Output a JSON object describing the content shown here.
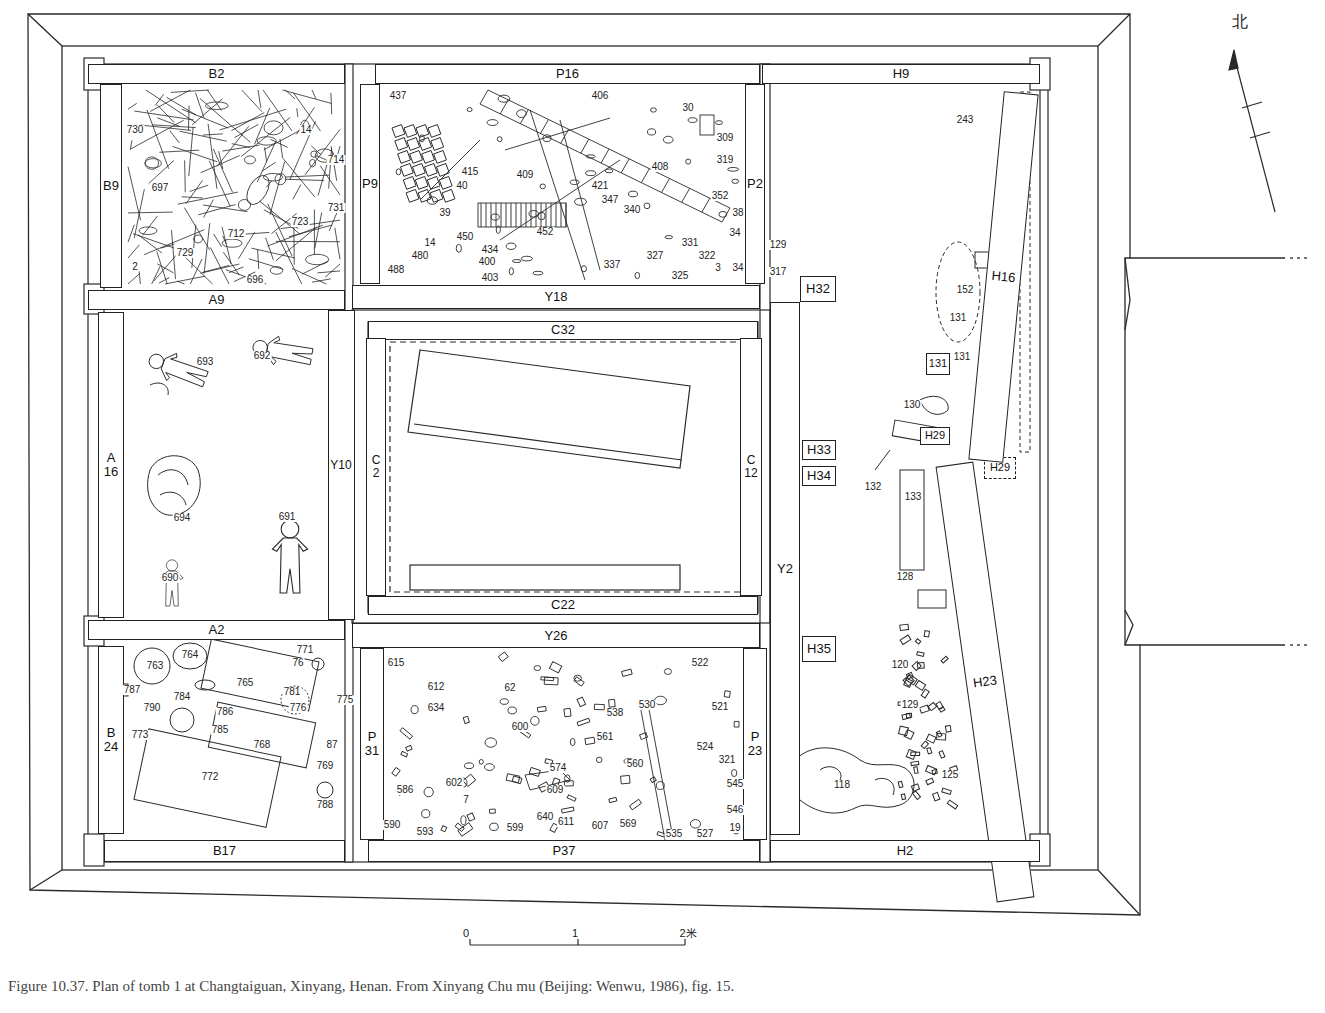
{
  "diagram": {
    "caption": "Figure 10.37. Plan of tomb 1 at Changtaiguan, Xinyang, Henan. From Xinyang Chu mu (Beijing: Wenwu, 1986), fig. 15.",
    "nodes": [
      {
        "text": [
          "B2"
        ]
      },
      {
        "text": [
          "P16"
        ]
      },
      {
        "text": [
          "H9"
        ]
      },
      {
        "text": [
          "B9"
        ]
      },
      {
        "text": [
          "P9"
        ]
      },
      {
        "text": [
          "P2"
        ]
      },
      {
        "text": [
          "A9"
        ]
      },
      {
        "text": [
          "Y18"
        ]
      },
      {
        "text": [
          "H32"
        ]
      },
      {
        "text": [
          "C32"
        ]
      },
      {
        "text": [
          "A 16"
        ]
      },
      {
        "text": [
          "Y10"
        ]
      },
      {
        "text": [
          "C 2"
        ]
      },
      {
        "text": [
          "C 12"
        ]
      },
      {
        "text": [
          "Y2"
        ]
      },
      {
        "text": [
          "H33"
        ]
      },
      {
        "text": [
          "H34"
        ]
      },
      {
        "text": [
          "131"
        ]
      },
      {
        "text": [
          "H29"
        ]
      },
      {
        "text": [
          "H29"
        ]
      },
      {
        "text": [
          "H16"
        ]
      },
      {
        "text": [
          "C22"
        ]
      },
      {
        "text": [
          "A2"
        ]
      },
      {
        "text": [
          "Y26"
        ]
      },
      {
        "text": [
          "H35"
        ]
      },
      {
        "text": [
          "H23"
        ]
      },
      {
        "text": [
          "B 24"
        ]
      },
      {
        "text": [
          "P 31"
        ]
      },
      {
        "text": [
          "P 23"
        ]
      },
      {
        "text": [
          "B17"
        ]
      },
      {
        "text": [
          "P37"
        ]
      },
      {
        "text": [
          "H2"
        ]
      }
    ],
    "labels": [
      "北",
      "730",
      "697",
      "14",
      "714",
      "731",
      "723",
      "712",
      "729",
      "2",
      "696",
      "437",
      "406",
      "30",
      "309",
      "319",
      "408",
      "409",
      "415",
      "40",
      "39",
      "14",
      "450",
      "434",
      "421",
      "347",
      "340",
      "452",
      "352",
      "38",
      "34",
      "331",
      "327",
      "322",
      "3",
      "34",
      "325",
      "337",
      "480",
      "488",
      "400",
      "403",
      "129",
      "317",
      "243",
      "152",
      "131",
      "131",
      "130",
      "132",
      "133",
      "128",
      "120",
      "129",
      "125",
      "118",
      "693",
      "692",
      "694",
      "691",
      "690",
      "763",
      "764",
      "771",
      "76",
      "787",
      "765",
      "781",
      "784",
      "790",
      "776",
      "786",
      "775",
      "785",
      "773",
      "768",
      "87",
      "769",
      "772",
      "788",
      "615",
      "612",
      "634",
      "62",
      "522",
      "530",
      "521",
      "538",
      "600",
      "561",
      "524",
      "321",
      "560",
      "574",
      "602",
      "545",
      "586",
      "609",
      "7",
      "546",
      "640",
      "611",
      "607",
      "569",
      "590",
      "599",
      "19",
      "593",
      "535",
      "527",
      "0",
      "1",
      "2米"
    ]
  }
}
